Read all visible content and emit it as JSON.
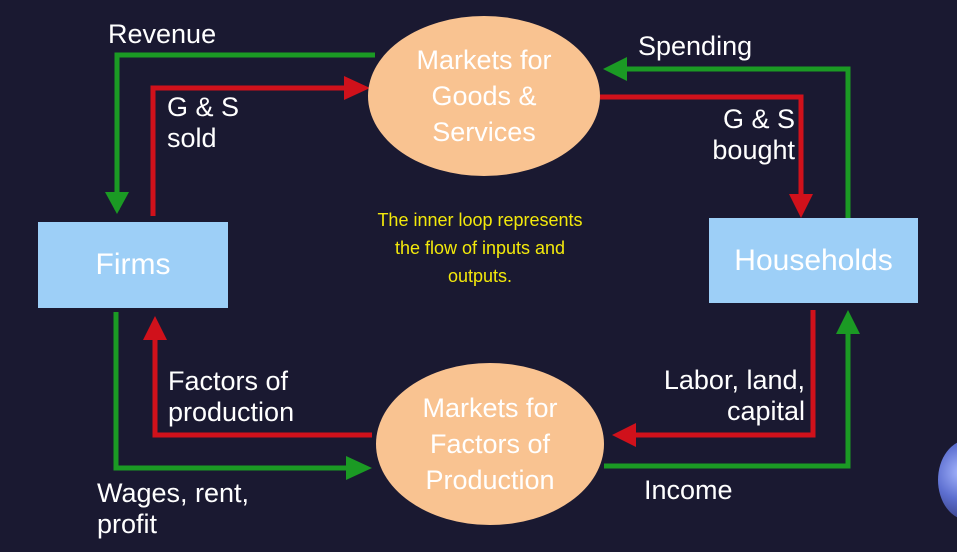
{
  "nodes": {
    "firms": "Firms",
    "households": "Households",
    "goods_market": [
      "Markets for",
      "Goods &",
      "Services"
    ],
    "factor_market": [
      "Markets for",
      "Factors of",
      "Production"
    ]
  },
  "flows": {
    "revenue": "Revenue",
    "gs_sold": [
      "G & S",
      "sold"
    ],
    "spending": "Spending",
    "gs_bought": [
      "G & S",
      "bought"
    ],
    "factors_of_production": [
      "Factors of",
      "production"
    ],
    "labor_land_capital": [
      "Labor, land,",
      "capital"
    ],
    "wages_rent_profit": [
      "Wages, rent,",
      "profit"
    ],
    "income": "Income"
  },
  "note": [
    "The inner loop represents",
    "the flow of inputs and",
    "outputs."
  ],
  "colors": {
    "background": "#1a1931",
    "money_flow": "#1b9a24",
    "goods_flow": "#d0111b",
    "node_box": "#9dcff7",
    "market_oval": "#f9c391",
    "note_text": "#f3e90b"
  }
}
